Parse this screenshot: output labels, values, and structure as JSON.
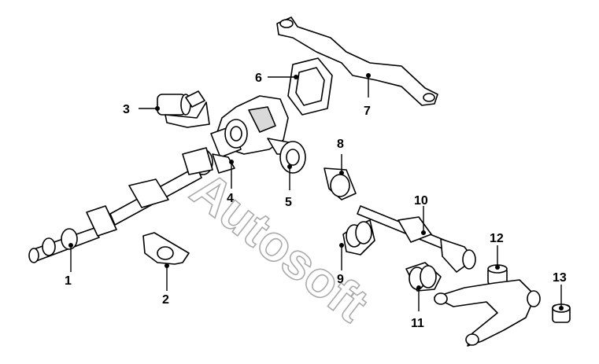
{
  "diagram": {
    "watermark_text": "Autosoft",
    "callouts": [
      {
        "id": 1,
        "label": "1",
        "part": "propeller-shaft"
      },
      {
        "id": 2,
        "label": "2",
        "part": "center-bearing-bracket"
      },
      {
        "id": 3,
        "label": "3",
        "part": "solenoid-actuator"
      },
      {
        "id": 4,
        "label": "4",
        "part": "drive-flange"
      },
      {
        "id": 5,
        "label": "5",
        "part": "output-flange"
      },
      {
        "id": 6,
        "label": "6",
        "part": "differential-cover-gasket"
      },
      {
        "id": 7,
        "label": "7",
        "part": "differential-mounting-bracket"
      },
      {
        "id": 8,
        "label": "8",
        "part": "inner-cv-boot"
      },
      {
        "id": 9,
        "label": "9",
        "part": "cv-boot-inner"
      },
      {
        "id": 10,
        "label": "10",
        "part": "drive-shaft"
      },
      {
        "id": 11,
        "label": "11",
        "part": "cv-boot-outer"
      },
      {
        "id": 12,
        "label": "12",
        "part": "bushing"
      },
      {
        "id": 13,
        "label": "13",
        "part": "bushing-small"
      }
    ]
  }
}
